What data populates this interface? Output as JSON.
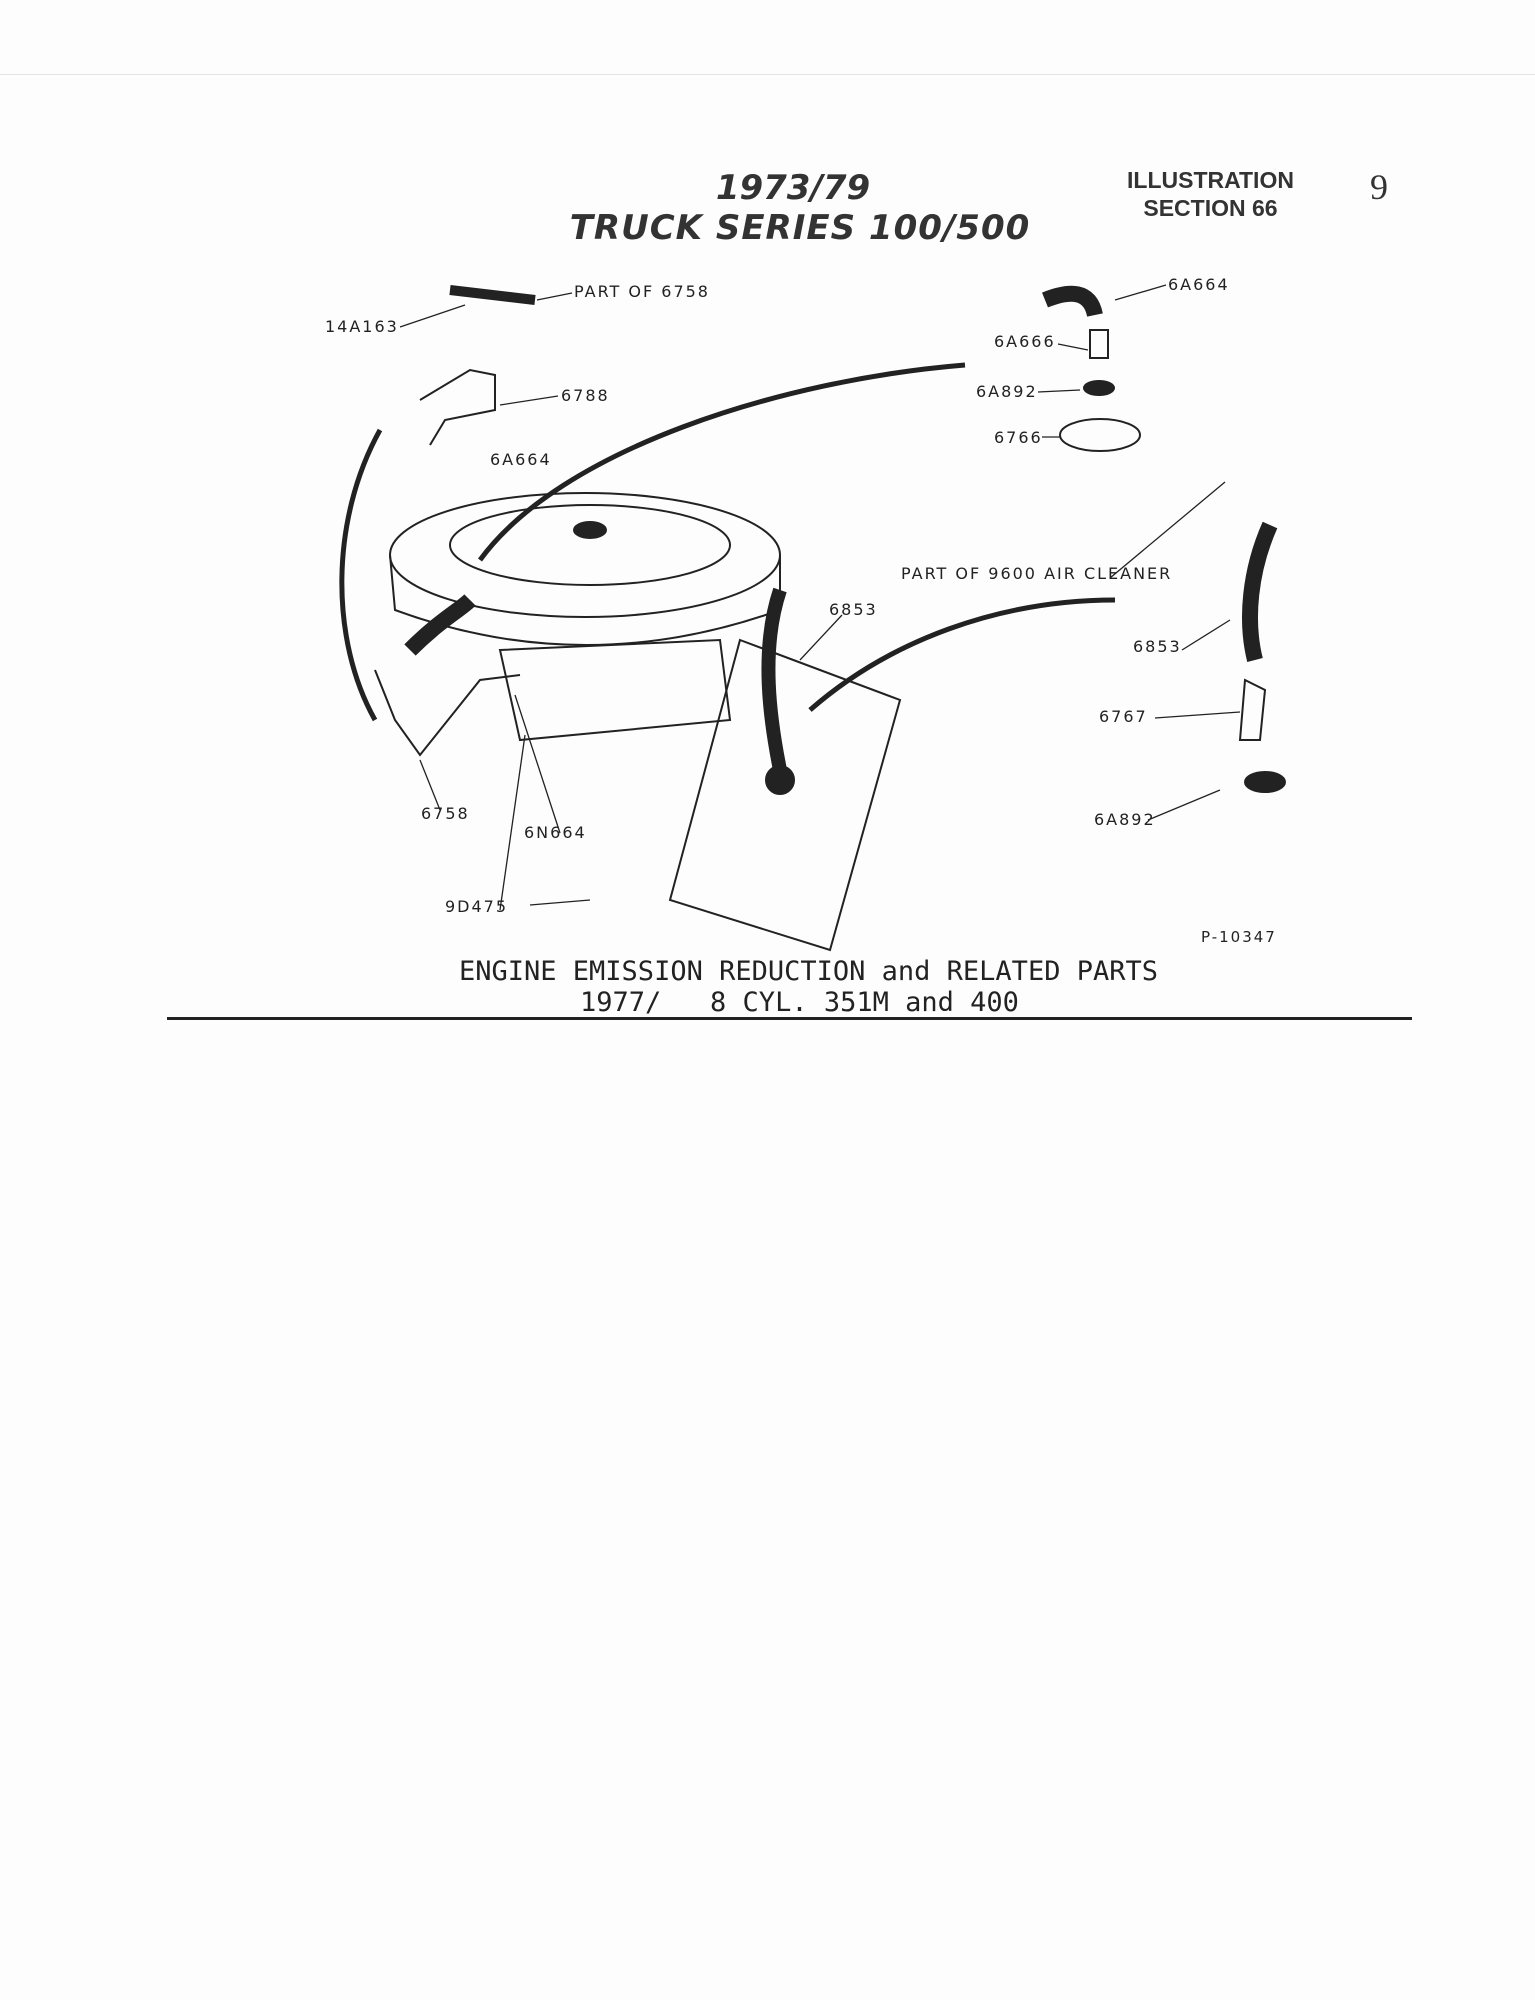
{
  "header": {
    "years": "1973/79",
    "series": "TRUCK SERIES 100/500",
    "illustration": "ILLUSTRATION",
    "section": "SECTION 66",
    "page_number": "9"
  },
  "callouts": {
    "part_of_6758": "PART OF 6758",
    "c14A163": "14A163",
    "c6788": "6788",
    "c6A664_left": "6A664",
    "c6A664_right": "6A664",
    "c6A666": "6A666",
    "c6A892_top": "6A892",
    "c6766": "6766",
    "part_of_9600": "PART OF 9600 AIR CLEANER",
    "c6853_mid": "6853",
    "c6853_right": "6853",
    "c6767": "6767",
    "c6A892_right": "6A892",
    "c6758": "6758",
    "c6N664": "6N664",
    "c9D475": "9D475",
    "figure_id": "P-10347"
  },
  "caption": {
    "line1": "ENGINE EMISSION REDUCTION and RELATED PARTS",
    "line2": "1977/   8 CYL. 351M and 400"
  }
}
